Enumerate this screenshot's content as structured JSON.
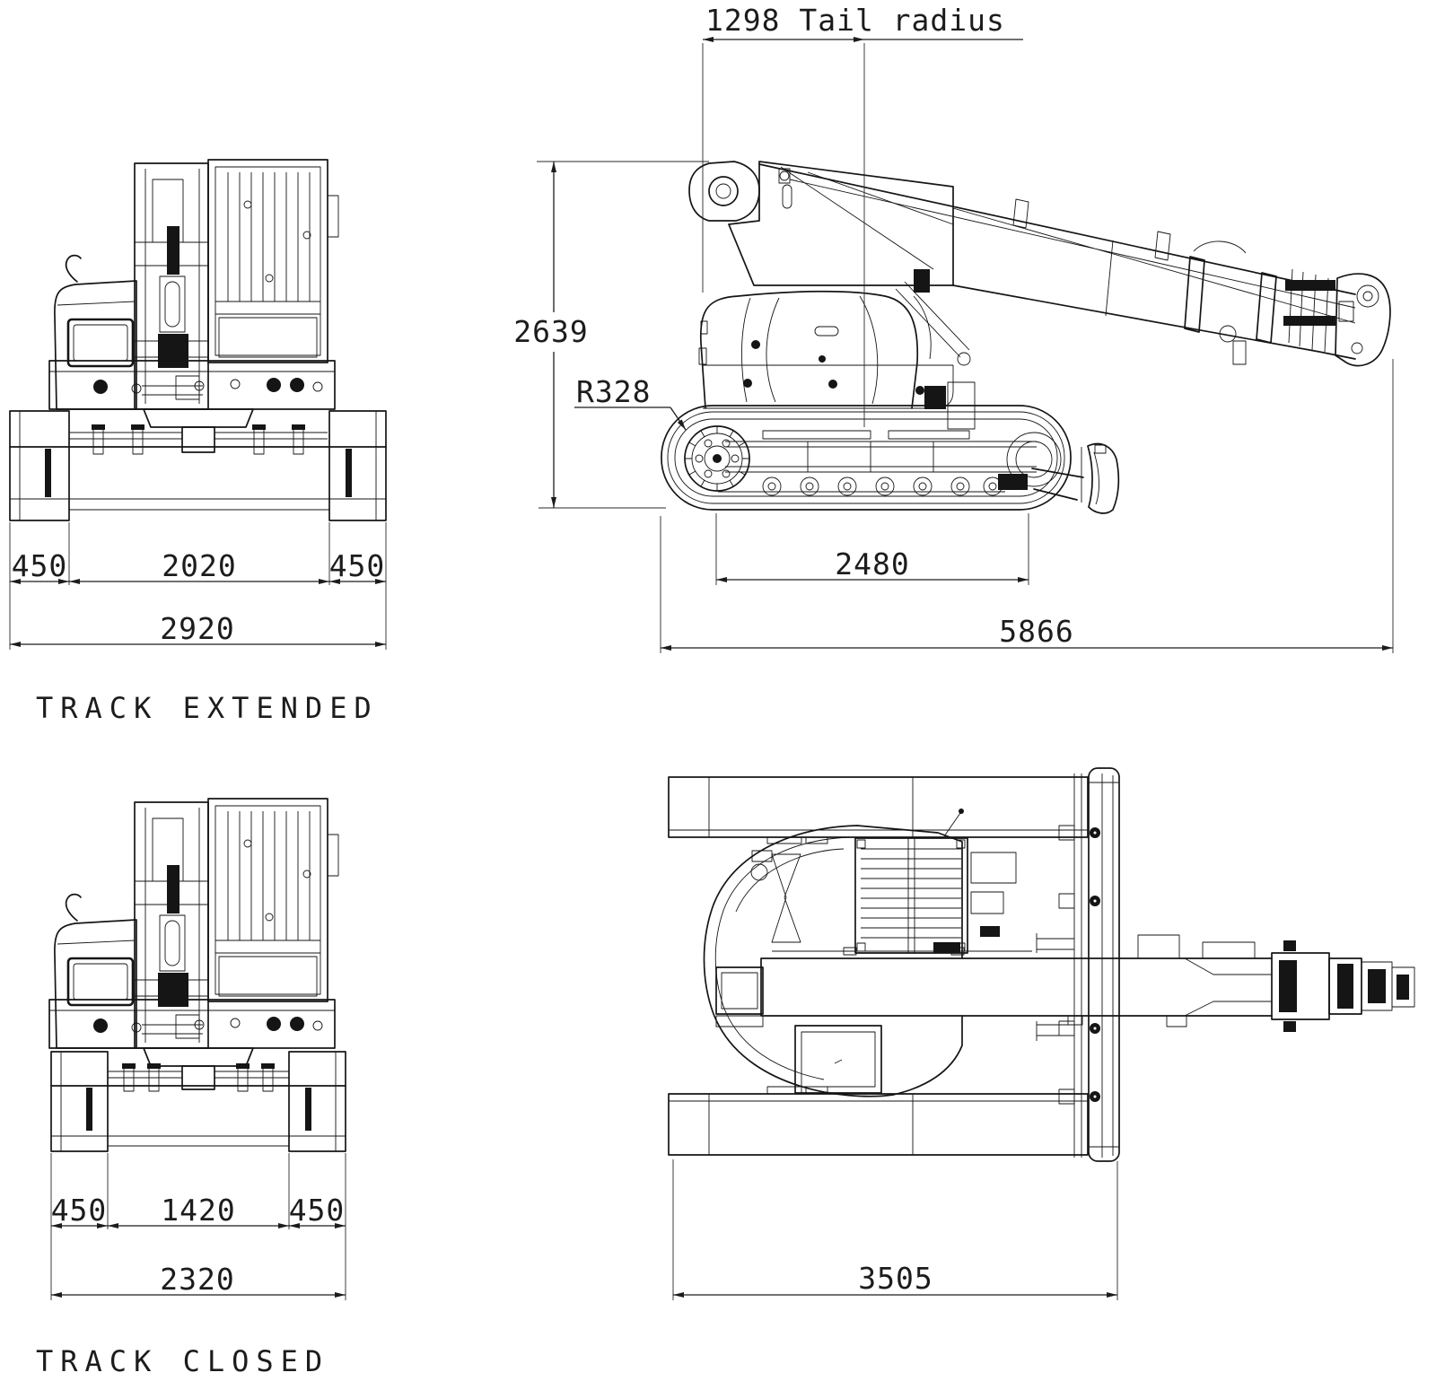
{
  "views": {
    "track_extended_front": {
      "name": "TRACK EXTENDED",
      "dims": {
        "left_pad": "450",
        "gauge": "2020",
        "right_pad": "450",
        "overall_width": "2920"
      }
    },
    "side": {
      "dims": {
        "tail_radius": "1298 Tail radius",
        "overall_height": "2639",
        "sprocket_radius": "R328",
        "track_length": "2480",
        "overall_length": "5866"
      }
    },
    "track_closed_front": {
      "name": "TRACK CLOSED",
      "dims": {
        "left_pad": "450",
        "gauge": "1420",
        "right_pad": "450",
        "overall_width": "2320"
      }
    },
    "top": {
      "dims": {
        "overall_length": "3505"
      }
    }
  }
}
